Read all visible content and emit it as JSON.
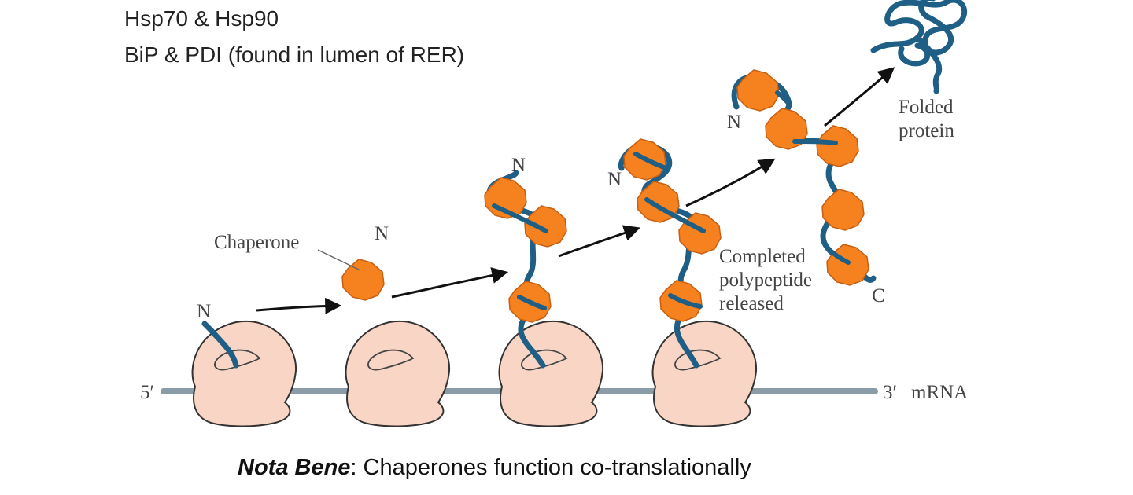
{
  "headings": {
    "line1": "Hsp70 & Hsp90",
    "line2": "BiP & PDI (found in lumen of RER)"
  },
  "diagram": {
    "labels": {
      "n_terminus": "N",
      "c_terminus": "C",
      "chaperone": "Chaperone",
      "completed_1": "Completed",
      "completed_2": "polypeptide",
      "completed_3": "released",
      "folded_1": "Folded",
      "folded_2": "protein",
      "five_prime": "5′",
      "three_prime": "3′",
      "mrna": "mRNA"
    },
    "colors": {
      "ribosome": "#F8D5C4",
      "chaperone": "#F5821F",
      "polypeptide": "#1F5F86",
      "mrna": "#8A9CA8",
      "arrow": "#111111"
    }
  },
  "footer": {
    "emphasis": "Nota Bene",
    "text": ": Chaperones function co-translationally"
  }
}
